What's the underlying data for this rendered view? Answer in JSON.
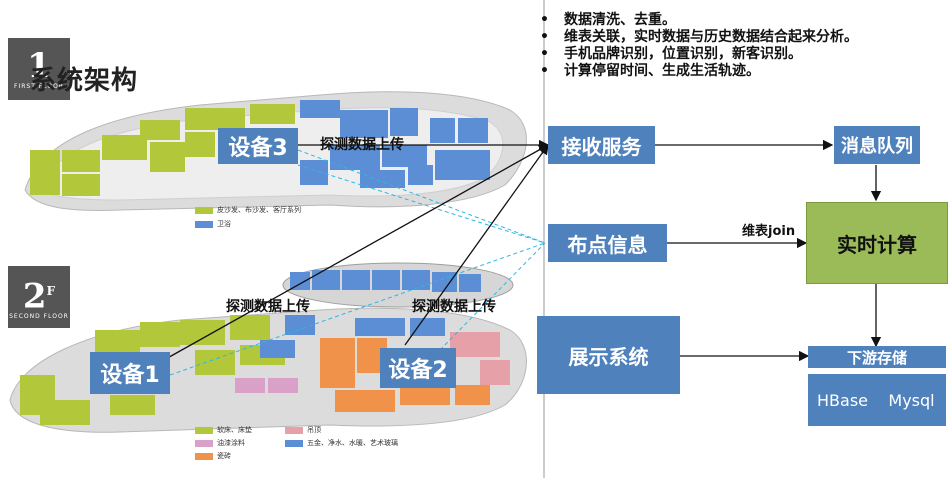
{
  "title": "系统架构",
  "bullets": [
    "数据清洗、去重。",
    "维表关联，实时数据与历史数据结合起来分析。",
    "手机品牌识别，位置识别，新客识别。",
    "计算停留时间、生成生活轨迹。"
  ],
  "floor1": {
    "badge_number": "1",
    "badge_text": "FIRST FLOOR",
    "legend": [
      {
        "color": "#b3c73a",
        "label": "皮沙发、布沙发、客厅系列"
      },
      {
        "color": "#5b8ed4",
        "label": "卫浴"
      }
    ]
  },
  "floor2": {
    "badge_number": "2",
    "badge_sup": "F",
    "badge_text": "SECOND FLOOR",
    "legend": [
      {
        "color": "#b3c73a",
        "label": "软床、床垫"
      },
      {
        "color": "#d9a0c8",
        "label": "油漆涂料"
      },
      {
        "color": "#f0924a",
        "label": "瓷砖"
      },
      {
        "color": "#e6a0a8",
        "label": "吊顶"
      },
      {
        "color": "#5b8ed4",
        "label": "五金、净水、水暖、艺术玻璃"
      }
    ]
  },
  "devices": {
    "d1": "设备1",
    "d2": "设备2",
    "d3": "设备3"
  },
  "upload_label": "探测数据上传",
  "pipeline": {
    "receive": "接收服务",
    "queue": "消息队列",
    "placement": "布点信息",
    "join_label": "维表join",
    "realtime": "实时计算",
    "display": "展示系统",
    "storage_title": "下游存储",
    "storage": [
      "HBase",
      "Mysql"
    ]
  },
  "colors": {
    "blue_box": "#4f81bd",
    "green_box": "#9bbb59",
    "map_green": "#b3c73a",
    "map_blue": "#5b8ed4",
    "map_orange": "#f0924a",
    "map_pink": "#e6a0a8",
    "dashed": "#2ab7e6"
  }
}
